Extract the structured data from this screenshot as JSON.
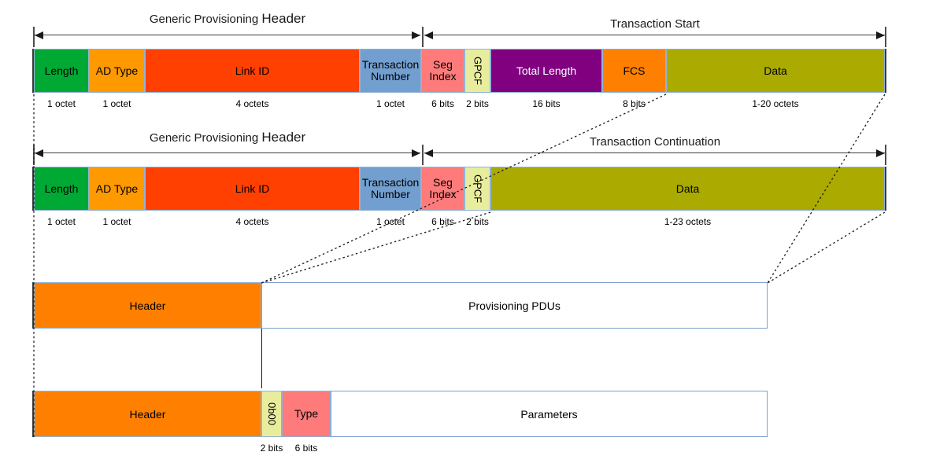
{
  "diagram": {
    "title": "Generic Provisioning PDU layering",
    "colors": {
      "length": "#00a933",
      "ad_type": "#ff9900",
      "link_id": "#ff4000",
      "transaction_number": "#729fcf",
      "seg_index": "#ff7b7b",
      "gpcf": "#e8ed9e",
      "total_length": "#800080",
      "fcs": "#ff8000",
      "data": "#aaaa00",
      "header": "#ff8000",
      "type": "#ff7b7b",
      "zero_b00": "#e8ed9e",
      "box_border": "#7ba0cc",
      "line": "#3d3d3d"
    },
    "rows": [
      {
        "id": "transaction-start",
        "span_left": {
          "prefix": "Generic Provisioning ",
          "emphasis": "Header"
        },
        "span_right": "Transaction Start",
        "fields": [
          {
            "name": "length",
            "label": "Length",
            "caption": "1 octet",
            "color": "#00a933",
            "text_color": "#000000",
            "vertical": false
          },
          {
            "name": "ad-type",
            "label": "AD Type",
            "caption": "1 octet",
            "color": "#ff9900",
            "text_color": "#000000",
            "vertical": false
          },
          {
            "name": "link-id",
            "label": "Link ID",
            "caption": "4 octets",
            "color": "#ff4000",
            "text_color": "#000000",
            "vertical": false
          },
          {
            "name": "transaction-number",
            "label": "Transaction Number",
            "caption": "1 octet",
            "color": "#729fcf",
            "text_color": "#000000",
            "vertical": false
          },
          {
            "name": "seg-index",
            "label": "Seg Index",
            "caption": "6 bits",
            "color": "#ff7b7b",
            "text_color": "#000000",
            "vertical": false
          },
          {
            "name": "gpcf",
            "label": "GPCF",
            "caption": "2 bits",
            "color": "#e8ed9e",
            "text_color": "#000000",
            "vertical": true
          },
          {
            "name": "total-length",
            "label": "Total Length",
            "caption": "16 bits",
            "color": "#800080",
            "text_color": "#ffffff",
            "vertical": false
          },
          {
            "name": "fcs",
            "label": "FCS",
            "caption": "8 bits",
            "color": "#ff8000",
            "text_color": "#000000",
            "vertical": false
          },
          {
            "name": "data",
            "label": "Data",
            "caption": "1-20 octets",
            "color": "#aaaa00",
            "text_color": "#000000",
            "vertical": false
          }
        ]
      },
      {
        "id": "transaction-continuation",
        "span_left": {
          "prefix": "Generic Provisioning ",
          "emphasis": "Header"
        },
        "span_right": "Transaction Continuation",
        "fields": [
          {
            "name": "length",
            "label": "Length",
            "caption": "1 octet",
            "color": "#00a933",
            "text_color": "#000000",
            "vertical": false
          },
          {
            "name": "ad-type",
            "label": "AD Type",
            "caption": "1 octet",
            "color": "#ff9900",
            "text_color": "#000000",
            "vertical": false
          },
          {
            "name": "link-id",
            "label": "Link ID",
            "caption": "4 octets",
            "color": "#ff4000",
            "text_color": "#000000",
            "vertical": false
          },
          {
            "name": "transaction-number",
            "label": "Transaction Number",
            "caption": "1 octet",
            "color": "#729fcf",
            "text_color": "#000000",
            "vertical": false
          },
          {
            "name": "seg-index",
            "label": "Seg Index",
            "caption": "6 bits",
            "color": "#ff7b7b",
            "text_color": "#000000",
            "vertical": false
          },
          {
            "name": "gpcf",
            "label": "GPCF",
            "caption": "2 bits",
            "color": "#e8ed9e",
            "text_color": "#000000",
            "vertical": true
          },
          {
            "name": "data",
            "label": "Data",
            "caption": "1-23 octets",
            "color": "#aaaa00",
            "text_color": "#000000",
            "vertical": false
          }
        ]
      }
    ],
    "pdu_row": {
      "id": "provisioning-pdu",
      "header_label": "Header",
      "payload_label": "Provisioning PDUs"
    },
    "param_row": {
      "id": "provisioning-pdu-detail",
      "header_label": "Header",
      "reserved_label": "0b00",
      "reserved_caption": "2 bits",
      "type_label": "Type",
      "type_caption": "6 bits",
      "parameters_label": "Parameters"
    }
  }
}
